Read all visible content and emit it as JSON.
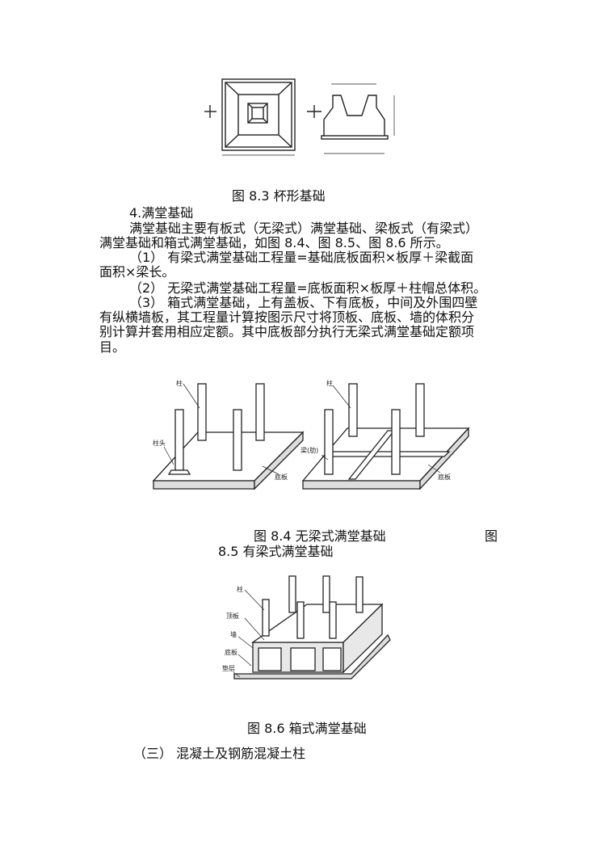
{
  "fig83_caption": "图 8.3  杯形基础",
  "section4_title": "4.满堂基础",
  "paragraph_lines": [
    "满堂基础主要有板式（无梁式）满堂基础、梁板式（有梁式）",
    "满堂基础和箱式满堂基础，如图 8.4、图 8.5、图 8.6 所示。",
    "（1）   有梁式满堂基础工程量=基础底板面积×板厚＋梁截面",
    "面积×梁长。",
    "（2）   无梁式满堂基础工程量=底板面积×板厚＋柱帽总体积。",
    "（3）   箱式满堂基础，上有盖板、下有底板，中间及外围四壁",
    "有纵横墙板，其工程量计算按图示尺寸将顶板、底板、墙的体积分",
    "别计算并套用相应定额。其中底板部分执行无梁式满堂基础定额项",
    "目。"
  ],
  "fig84_labels": {
    "column": "柱",
    "column_head": "柱头",
    "base_plate": "底板"
  },
  "fig85_labels": {
    "column": "柱",
    "beam": "梁(肋)",
    "base_plate": "底板"
  },
  "fig86_labels": {
    "column": "柱",
    "top_plate": "顶板",
    "wall": "墙",
    "base_plate": "底板",
    "cushion": "垫层"
  },
  "fig84_caption": "图 8.4 无梁式满堂基础",
  "fig85_caption_a": "图",
  "fig85_caption_b": "8.5  有梁式满堂基础",
  "fig86_caption": "图 8.6 箱式满堂基础",
  "section3_title": "（三）   混凝土及钢筋混凝土柱"
}
